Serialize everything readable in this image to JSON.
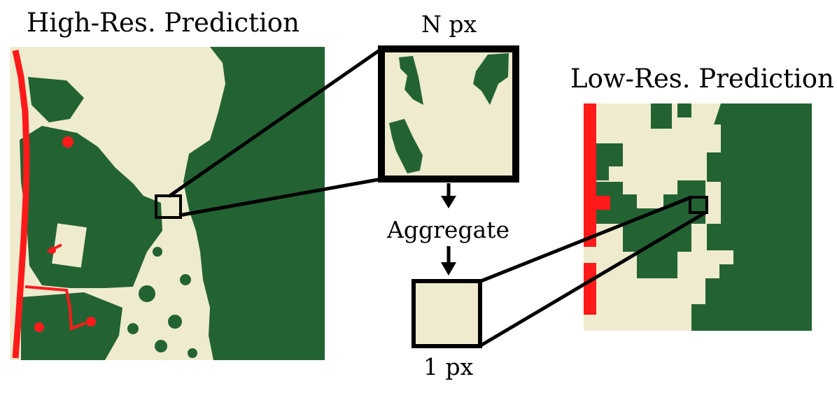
{
  "labels": {
    "high_res_title": "High-Res. Prediction",
    "low_res_title": "Low-Res. Prediction",
    "n_px": "N px",
    "aggregate": "Aggregate",
    "one_px": "1 px"
  },
  "colors": {
    "forest": "#236333",
    "land": "#eeebcf",
    "road": "#ff1a1a",
    "outline": "#000000"
  }
}
